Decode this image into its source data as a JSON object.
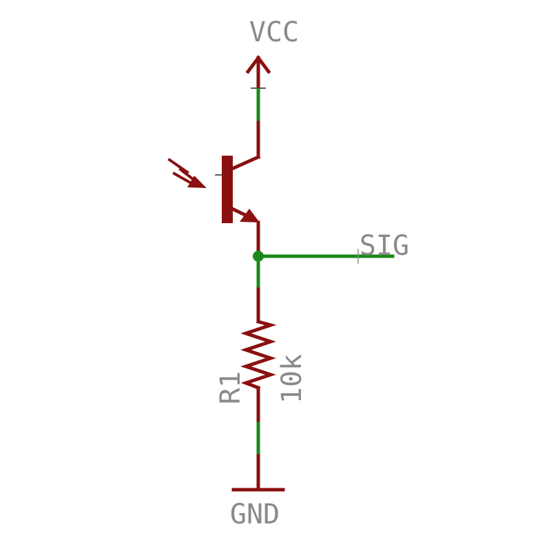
{
  "labels": {
    "vcc": "VCC",
    "sig": "SIG",
    "gnd": "GND",
    "resistor_name": "R1",
    "resistor_value": "10k"
  },
  "colors": {
    "component": "#8b1010",
    "net": "#1a8a1a",
    "text": "#8a8a8a"
  }
}
